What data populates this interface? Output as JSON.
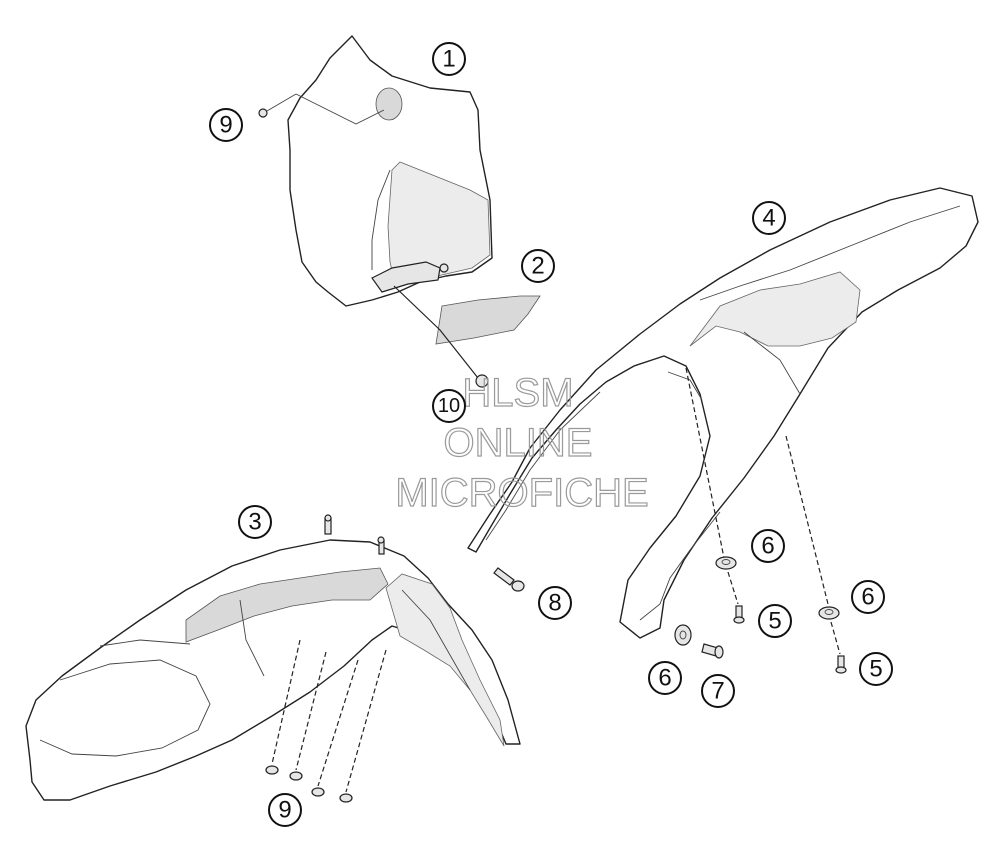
{
  "callouts": [
    {
      "id": "c1",
      "label": "1"
    },
    {
      "id": "c2",
      "label": "2"
    },
    {
      "id": "c3",
      "label": "3"
    },
    {
      "id": "c4",
      "label": "4"
    },
    {
      "id": "c5a",
      "label": "5"
    },
    {
      "id": "c5b",
      "label": "5"
    },
    {
      "id": "c6a",
      "label": "6"
    },
    {
      "id": "c6b",
      "label": "6"
    },
    {
      "id": "c6c",
      "label": "6"
    },
    {
      "id": "c7",
      "label": "7"
    },
    {
      "id": "c8",
      "label": "8"
    },
    {
      "id": "c9a",
      "label": "9"
    },
    {
      "id": "c9b",
      "label": "9"
    },
    {
      "id": "c10",
      "label": "10"
    }
  ],
  "watermark": {
    "line1": "HLSM",
    "line2": "ONLINE",
    "line3": "MICROFICHE"
  }
}
